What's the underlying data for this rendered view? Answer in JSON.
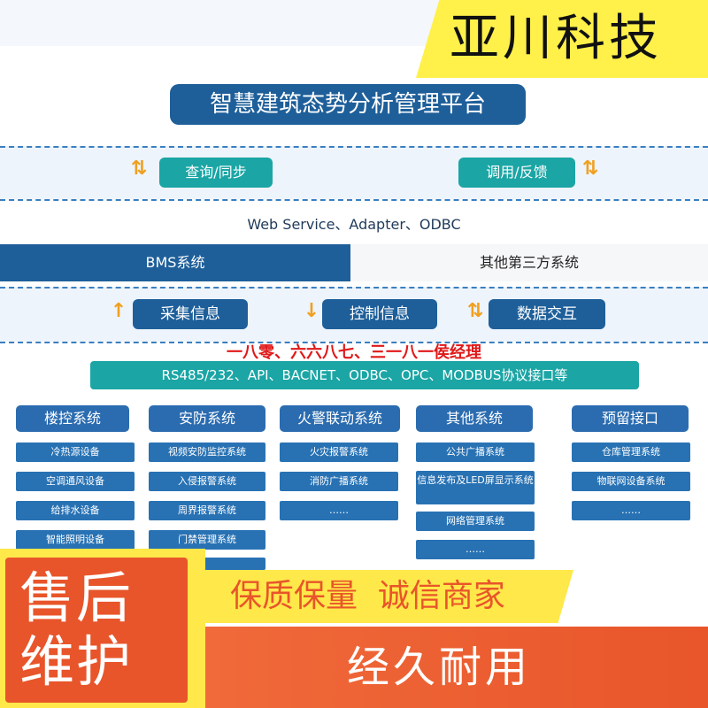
{
  "brand": "亚川科技",
  "platform_title": "智慧建筑态势分析管理平台",
  "sync": {
    "left": "查询/同步",
    "right": "调用/反馈"
  },
  "protocols_top": "Web Service、Adapter、ODBC",
  "bms": "BMS系统",
  "third_party": "其他第三方系统",
  "links": {
    "collect": "采集信息",
    "control": "控制信息",
    "exchange": "数据交互"
  },
  "phone": "一八零、六六八七、三一八一侯经理",
  "protocols_bottom": "RS485/232、API、BACNET、ODBC、OPC、MODBUS协议接口等",
  "columns": [
    {
      "title": "楼控系统",
      "items": [
        "冷热源设备",
        "空调通风设备",
        "给排水设备",
        "智能照明设备"
      ]
    },
    {
      "title": "安防系统",
      "items": [
        "视频安防监控系统",
        "入侵报警系统",
        "周界报警系统",
        "门禁管理系统",
        ""
      ]
    },
    {
      "title": "火警联动系统",
      "items": [
        "火灾报警系统",
        "消防广播系统",
        "……"
      ]
    },
    {
      "title": "其他系统",
      "items": [
        "公共广播系统",
        "信息发布及LED屏显示系统",
        "网络管理系统",
        "……"
      ]
    },
    {
      "title": "预留接口",
      "items": [
        "仓库管理系统",
        "物联网设备系统",
        "……"
      ]
    }
  ],
  "footer": {
    "service": "售后维护",
    "quality": "保质保量  诚信商家",
    "durable": "经久耐用"
  },
  "colors": {
    "teal": "#1ba5a5",
    "navy": "#1e5f9a",
    "yellow": "#ffe84a",
    "orange": "#e8552a",
    "red": "#e01818"
  }
}
